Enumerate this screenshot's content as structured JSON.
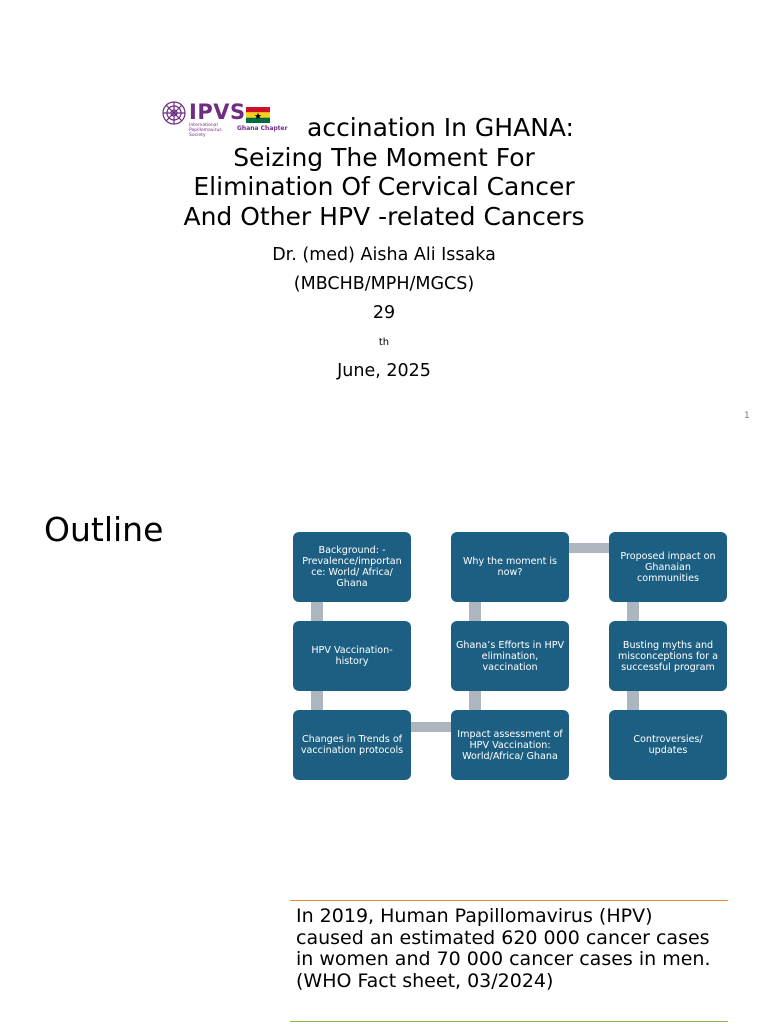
{
  "slide1": {
    "logo": {
      "word": "IPVS",
      "subtext": "International Papillomavirus Society",
      "chapter": "Ghana Chapter"
    },
    "title_lines": [
      "HPV Vaccination In GHANA:",
      "Seizing The Moment For",
      "Elimination Of Cervical Cancer",
      "And Other HPV -related Cancers"
    ],
    "title_visible_first_line": "accination In GHANA:",
    "presenter": "Dr. (med) Aisha Ali Issaka",
    "credentials": "(MBCHB/MPH/MGCS)",
    "date_day": "29",
    "date_suffix": "th",
    "date_rest": " June, 2025",
    "page_number": "1"
  },
  "slide2": {
    "heading": "Outline",
    "boxes": [
      "Background: - Prevalence/importan ce: World/ Africa/ Ghana",
      "HPV Vaccination-history",
      "Changes in Trends of vaccination protocols",
      "Impact assessment of HPV Vaccination: World/Africa/ Ghana",
      "Ghana’s Efforts in HPV elimination, vaccination",
      "Why the moment is now?",
      "Proposed impact on Ghanaian communities",
      "Busting myths and misconceptions for a successful program",
      "Controversies/ updates"
    ],
    "colors": {
      "box": "#1c5f82",
      "connector": "#adb5be",
      "accent_top": "#e8863f",
      "accent_bottom": "#8fb84a"
    }
  },
  "slide3_fragment": {
    "fact": "In 2019, Human Papillomavirus (HPV) caused an estimated 620 000 cancer cases in women and 70 000 cancer cases in men. (WHO Fact sheet, 03/2024)"
  }
}
